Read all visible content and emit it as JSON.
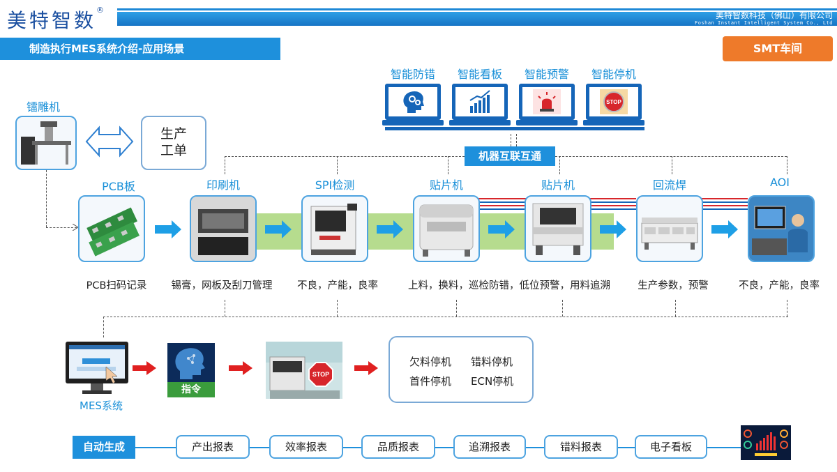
{
  "header": {
    "logo_text": "美特智数",
    "logo_mark": "®",
    "company_cn": "美特智数科技（佛山）有限公司",
    "company_en": "Foshan Instant Intelligent System Co., Ltd",
    "page_title": "制造执行MES系统介绍-应用场景",
    "workshop_button": "SMT车间"
  },
  "smart_functions": [
    {
      "label": "智能防错",
      "icon": "brain-gears-icon"
    },
    {
      "label": "智能看板",
      "icon": "bar-chart-icon"
    },
    {
      "label": "智能预警",
      "icon": "alarm-light-icon"
    },
    {
      "label": "智能停机",
      "icon": "stop-button-icon"
    }
  ],
  "iot_label": "机器互联互通",
  "laser_label": "镭雕机",
  "work_order": {
    "line1": "生产",
    "line2": "工单"
  },
  "stations": [
    {
      "label": "PCB板",
      "desc": "PCB扫码记录"
    },
    {
      "label": "印刷机",
      "desc": "锡膏，网板及刮刀管理"
    },
    {
      "label": "SPI检测",
      "desc": "不良，产能，良率"
    },
    {
      "label": "贴片机",
      "desc": "上料，换料，巡检防错，低位预警，用料追溯"
    },
    {
      "label": "贴片机",
      "desc": ""
    },
    {
      "label": "回流焊",
      "desc": "生产参数，预警"
    },
    {
      "label": "AOI",
      "desc": "不良，产能，良率"
    }
  ],
  "mes": {
    "label": "MES系统",
    "instruction": "指令",
    "stop_types": [
      "欠料停机",
      "错料停机",
      "首件停机",
      "ECN停机"
    ],
    "stop_sign": "STOP"
  },
  "reports": {
    "auto_label": "自动生成",
    "items": [
      "产出报表",
      "效率报表",
      "品质报表",
      "追溯报表",
      "错料报表",
      "电子看板"
    ]
  },
  "colors": {
    "accent": "#1e90dc",
    "orange": "#ee7a2a",
    "green": "#b6dc8e",
    "stop_red": "#d7262b"
  }
}
